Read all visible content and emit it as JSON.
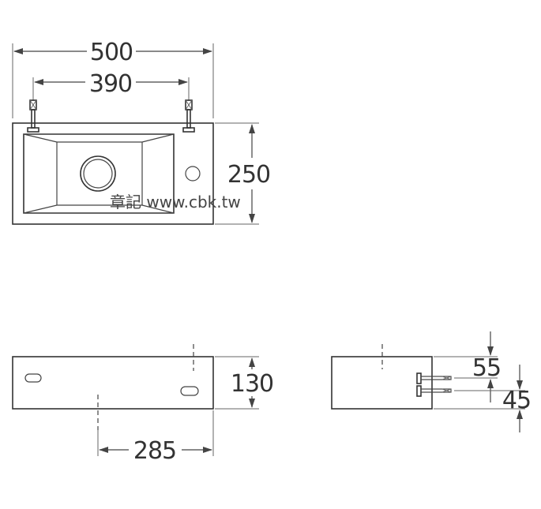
{
  "dimensions": {
    "top_width": "500",
    "tap_spacing": "390",
    "depth": "250",
    "front_height": "130",
    "front_offset": "285",
    "side_55": "55",
    "side_45": "45"
  },
  "watermark": "章記 www.cbk.tw"
}
